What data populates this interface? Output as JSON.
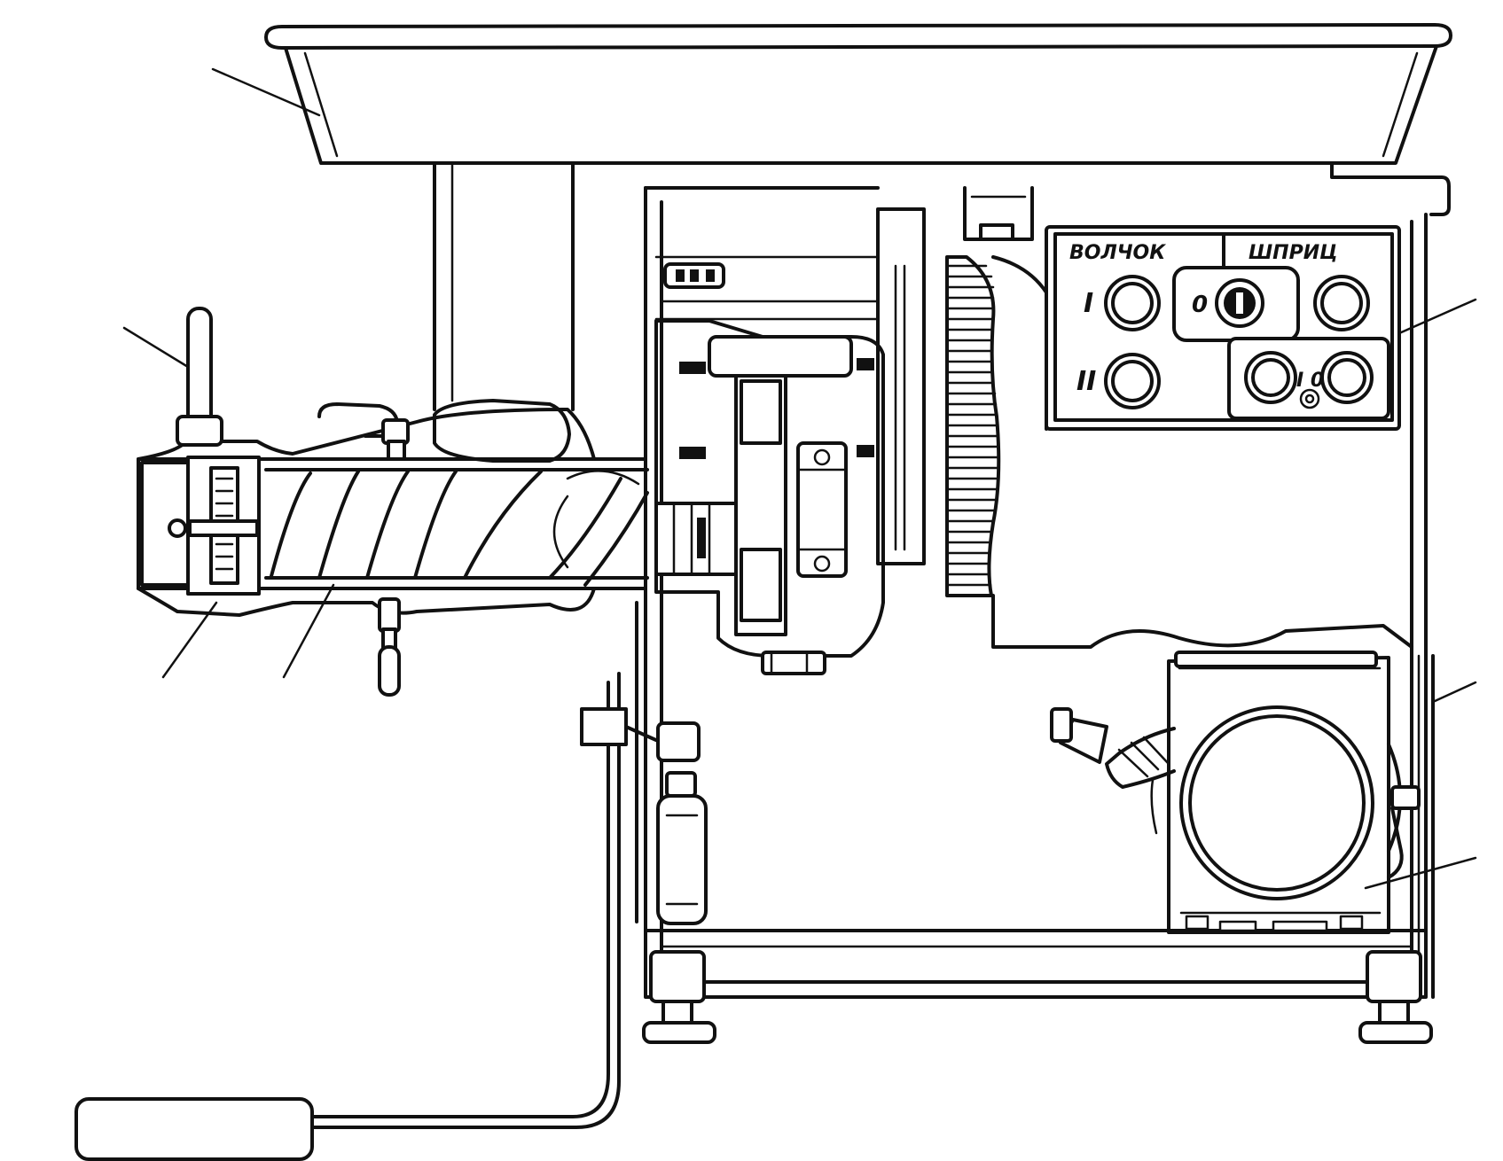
{
  "panel": {
    "left_title": "ВОЛЧОК",
    "right_title": "ШПРИЦ",
    "speed_1": "I",
    "speed_2": "II",
    "switch_zero": "0",
    "io_label": "I 0"
  },
  "colors": {
    "ink": "#111111",
    "paper": "#ffffff"
  }
}
